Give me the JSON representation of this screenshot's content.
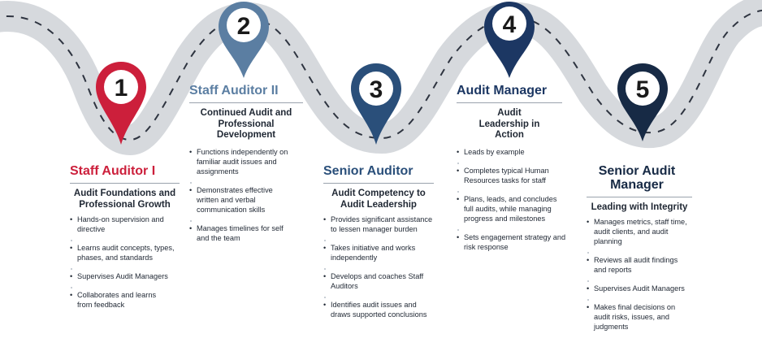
{
  "colors": {
    "road": "#d6d9dd",
    "dash": "#2e3440",
    "stage1": "#cc1f3b",
    "stage2": "#5b7ea2",
    "stage3": "#2a4f7a",
    "stage4": "#1c3763",
    "stage5": "#172a45"
  },
  "stages": [
    {
      "number": "1",
      "title": "Staff Auditor I",
      "subtitle": "Audit Foundations and Professional Growth",
      "bullets": [
        "Hands-on supervision and directive",
        "Learns audit concepts, types, phases, and standards",
        "Supervises Audit Managers",
        "Collaborates and learns from feedback"
      ]
    },
    {
      "number": "2",
      "title": "Staff Auditor II",
      "subtitle": "Continued Audit and Professional Development",
      "bullets": [
        "Functions independently on familiar audit issues and assignments",
        "Demonstrates effective written and verbal communication skills",
        "Manages timelines for self and the team"
      ]
    },
    {
      "number": "3",
      "title": "Senior Auditor",
      "subtitle": "Audit Competency to Audit Leadership",
      "bullets": [
        "Provides significant assistance to lessen manager burden",
        "Takes initiative and works independently",
        "Develops and coaches Staff Auditors",
        "Identifies audit issues and draws supported conclusions"
      ]
    },
    {
      "number": "4",
      "title": "Audit Manager",
      "subtitle": "Audit Leadership in Action",
      "bullets": [
        "Leads by example",
        "Completes typical Human Resources tasks for staff",
        "Plans, leads, and concludes full audits, while managing progress and milestones",
        "Sets engagement strategy and risk response"
      ]
    },
    {
      "number": "5",
      "title": "Senior Audit Manager",
      "subtitle": "Leading with Integrity",
      "bullets": [
        "Manages metrics, staff time, audit clients, and audit planning",
        "Reviews all audit findings and reports",
        "Supervises Audit Managers",
        "Makes final decisions on audit risks, issues, and judgments"
      ]
    }
  ]
}
